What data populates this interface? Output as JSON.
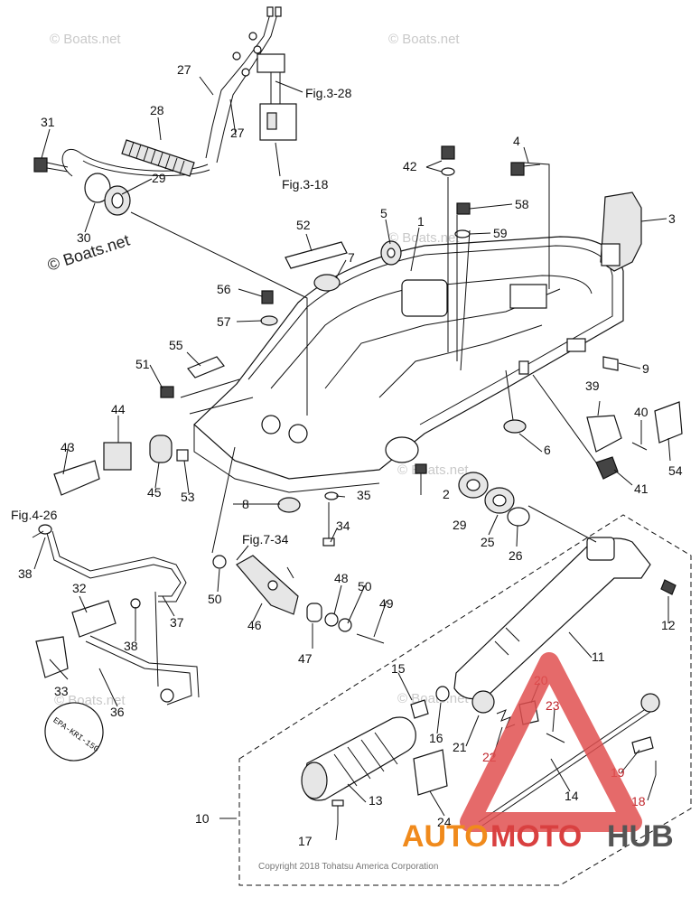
{
  "diagram": {
    "copyright": "Copyright 2018 Tohatsu America Corporation",
    "watermarks": [
      "© Boats.net",
      "© Boats.net",
      "© Boats.net",
      "© Boats.net",
      "© Boats.net",
      "© Boats.net"
    ],
    "main_watermark": "© Boats.net",
    "brand": {
      "part1": "AUTO",
      "part2": "MOTO",
      "part3": "HUB"
    },
    "epa_label": "EPA-KRI-15G",
    "refs": {
      "r1": "Fig.3-28",
      "r2": "Fig.3-18",
      "r3": "Fig.4-26",
      "r4": "Fig.7-34"
    },
    "callouts": [
      "1",
      "2",
      "3",
      "4",
      "5",
      "6",
      "7",
      "8",
      "9",
      "10",
      "11",
      "12",
      "13",
      "14",
      "15",
      "16",
      "17",
      "18",
      "19",
      "20",
      "21",
      "22",
      "23",
      "24",
      "25",
      "26",
      "27",
      "27",
      "28",
      "29",
      "29",
      "30",
      "31",
      "32",
      "33",
      "34",
      "35",
      "36",
      "37",
      "38",
      "38",
      "39",
      "40",
      "41",
      "42",
      "43",
      "44",
      "45",
      "46",
      "47",
      "48",
      "49",
      "50",
      "50",
      "51",
      "52",
      "53",
      "54",
      "55",
      "56",
      "57",
      "58",
      "59"
    ]
  },
  "colors": {
    "line": "#111111",
    "brand_orange": "#f08a1c",
    "brand_red": "#d94040",
    "brand_gray": "#555555",
    "triangle": "#e05050"
  }
}
